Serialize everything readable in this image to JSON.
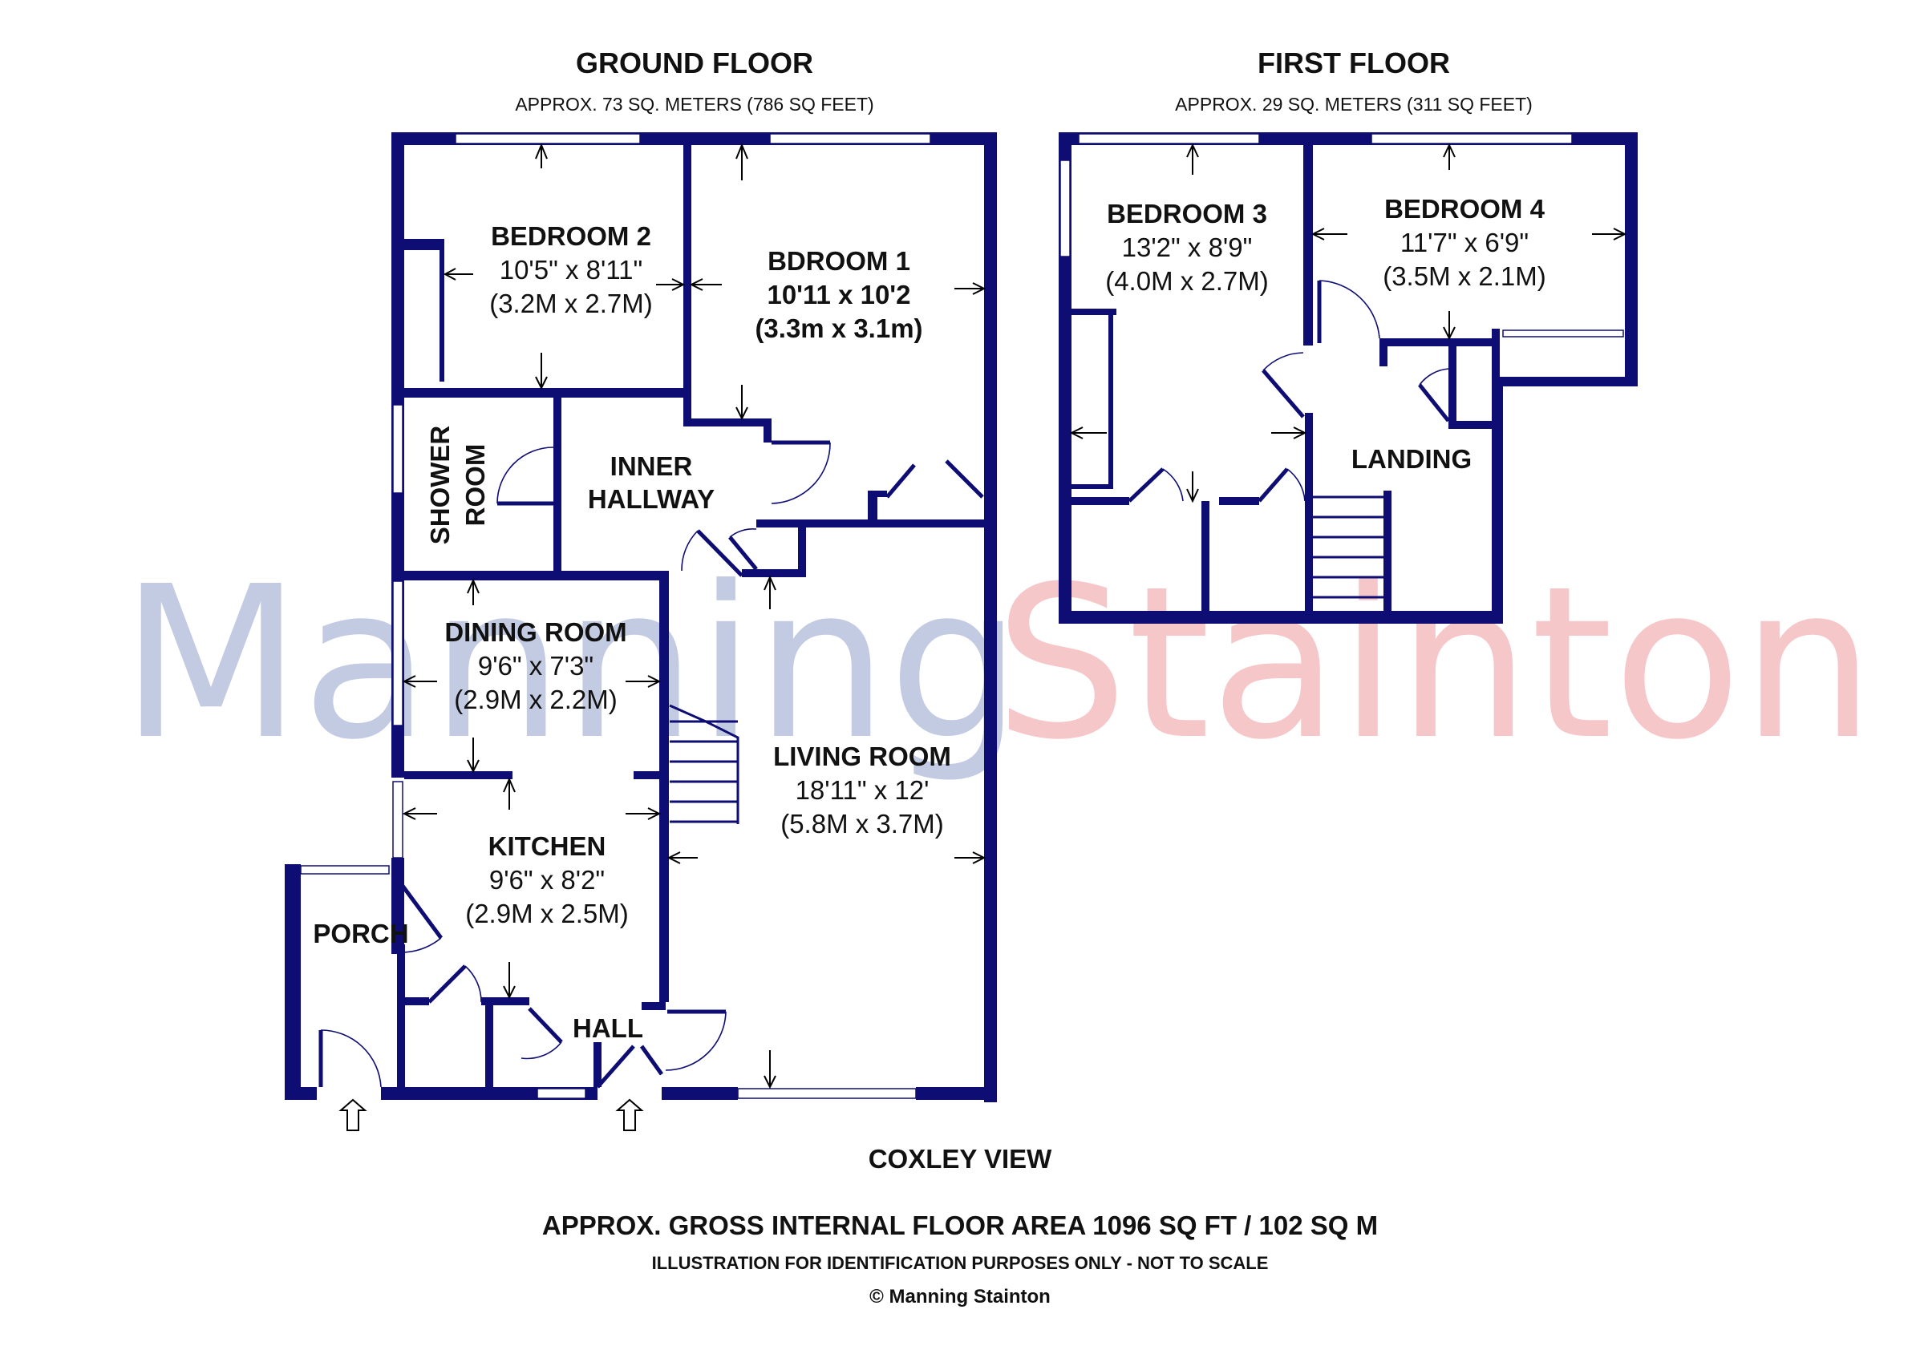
{
  "watermark": {
    "part1": "Manning",
    "part2": "Stainton",
    "color1": "#c3cbe2",
    "color2": "#f6c7c9"
  },
  "ground_floor": {
    "title": "GROUND FLOOR",
    "area": "APPROX. 73 SQ. METERS (786 SQ FEET)"
  },
  "first_floor": {
    "title": "FIRST FLOOR",
    "area": "APPROX. 29 SQ. METERS (311 SQ FEET)"
  },
  "rooms": {
    "bedroom2": {
      "name": "BEDROOM 2",
      "dim": "10'5\" x 8'11\"",
      "metric": "(3.2M x 2.7M)"
    },
    "bedroom1": {
      "name": "BDROOM 1",
      "dim": "10'11 x 10'2",
      "metric": "(3.3m x 3.1m)"
    },
    "shower": {
      "line1": "SHOWER",
      "line2": "ROOM"
    },
    "inner_hallway": {
      "line1": "INNER",
      "line2": "HALLWAY"
    },
    "dining": {
      "name": "DINING ROOM",
      "dim": "9'6\" x 7'3\"",
      "metric": "(2.9M x 2.2M)"
    },
    "living": {
      "name": "LIVING ROOM",
      "dim": "18'11\" x 12'",
      "metric": "(5.8M x 3.7M)"
    },
    "kitchen": {
      "name": "KITCHEN",
      "dim": "9'6\" x 8'2\"",
      "metric": "(2.9M x 2.5M)"
    },
    "porch": {
      "name": "PORCH"
    },
    "hall": {
      "name": "HALL"
    },
    "bedroom3": {
      "name": "BEDROOM 3",
      "dim": "13'2\" x 8'9\"",
      "metric": "(4.0M x 2.7M)"
    },
    "bedroom4": {
      "name": "BEDROOM 4",
      "dim": "11'7\" x 6'9\"",
      "metric": "(3.5M x 2.1M)"
    },
    "landing": {
      "name": "LANDING"
    }
  },
  "footer": {
    "street": "COXLEY VIEW",
    "gross_area": "APPROX. GROSS INTERNAL FLOOR AREA 1096 SQ FT / 102 SQ M",
    "disclaimer": "ILLUSTRATION FOR IDENTIFICATION PURPOSES ONLY - NOT TO SCALE",
    "copyright": "© Manning Stainton"
  },
  "colors": {
    "wall": "#0d0d73",
    "text": "#111111"
  }
}
